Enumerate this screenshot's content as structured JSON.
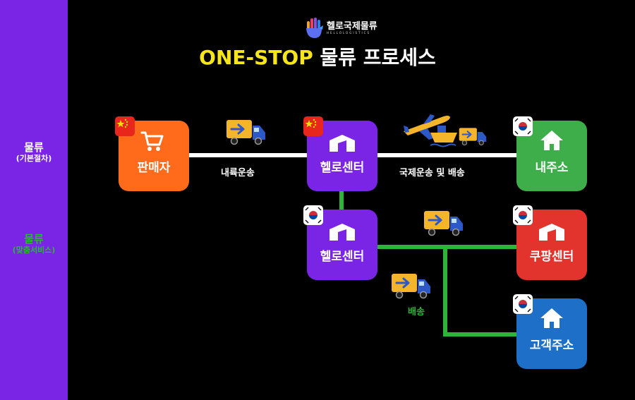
{
  "sidebar": {
    "label1_main": "물류",
    "label1_sub": "(기본절차)",
    "label2_main": "물류",
    "label2_sub": "(맞춤서비스)",
    "color": "#7a24e6",
    "label2_color": "#2db53a"
  },
  "logo": {
    "text": "헬로국제물류",
    "subtext": "HELLOLOGISTICS"
  },
  "headline": {
    "highlight": "ONE-STOP",
    "rest": "물류 프로세스"
  },
  "nodes": {
    "seller": {
      "label": "판매자",
      "color": "#ff6b1a",
      "icon": "shopping-cart-icon",
      "flag": "china-flag-icon"
    },
    "hello_center_cn": {
      "label": "헬로센터",
      "color": "#7a24e6",
      "icon": "warehouse-icon",
      "flag": "china-flag-icon"
    },
    "my_address": {
      "label": "내주소",
      "color": "#3dae4a",
      "icon": "house-icon",
      "flag": "korea-flag-icon"
    },
    "hello_center_kr": {
      "label": "헬로센터",
      "color": "#7a24e6",
      "icon": "warehouse-icon",
      "flag": "korea-flag-icon"
    },
    "coupang_center": {
      "label": "쿠팡센터",
      "color": "#e2332c",
      "icon": "warehouse-icon",
      "flag": "korea-flag-icon"
    },
    "customer_address": {
      "label": "고객주소",
      "color": "#1d6fc7",
      "icon": "house-icon",
      "flag": "korea-flag-icon"
    }
  },
  "edges": {
    "inland": "내륙운송",
    "international": "국제운송 및 배송",
    "delivery": "배송"
  },
  "colors": {
    "line_basic": "#ffffff",
    "line_custom": "#2db53a",
    "truck_body": "#f5b52a",
    "truck_cab": "#2d58c8"
  }
}
